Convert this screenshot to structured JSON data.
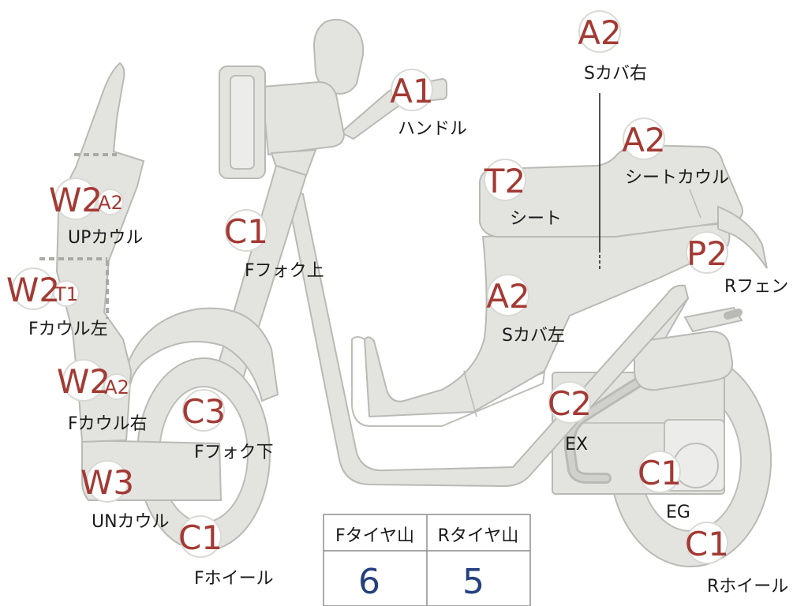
{
  "colors": {
    "part_fill": "#e3e3e0",
    "part_stroke": "#b9b9b6",
    "code_red": "#a33a34",
    "label_black": "#1a1a1a",
    "table_value_blue": "#24407e",
    "table_border": "#8e8e8e"
  },
  "parts": [
    {
      "code": "A1",
      "label": "ハンドル"
    },
    {
      "code": "A2",
      "label": "Sカバ右"
    },
    {
      "code": "A2",
      "label": "シートカウル"
    },
    {
      "code": "T2",
      "label": "シート"
    },
    {
      "code": "P2",
      "label": "Rフェン"
    },
    {
      "code": "A2",
      "label": "Sカバ左"
    },
    {
      "code": "C1",
      "label": "Fフォク上"
    },
    {
      "code": "C3",
      "label": "Fフォク下"
    },
    {
      "code": "C1",
      "label": "Fホイール"
    },
    {
      "code": "C2",
      "label": "EX"
    },
    {
      "code": "C1",
      "label": "EG"
    },
    {
      "code": "C1",
      "label": "Rホイール"
    },
    {
      "code": "W2",
      "sub_code": "A2",
      "label": "UPカウル"
    },
    {
      "code": "W2",
      "sub_code": "T1",
      "label": "Fカウル左"
    },
    {
      "code": "W2",
      "sub_code": "A2",
      "label": "Fカウル右"
    },
    {
      "code": "W3",
      "label": "UNカウル"
    }
  ],
  "tire_table": {
    "headers": [
      "Fタイヤ山",
      "Rタイヤ山"
    ],
    "values": [
      "6",
      "5"
    ]
  }
}
